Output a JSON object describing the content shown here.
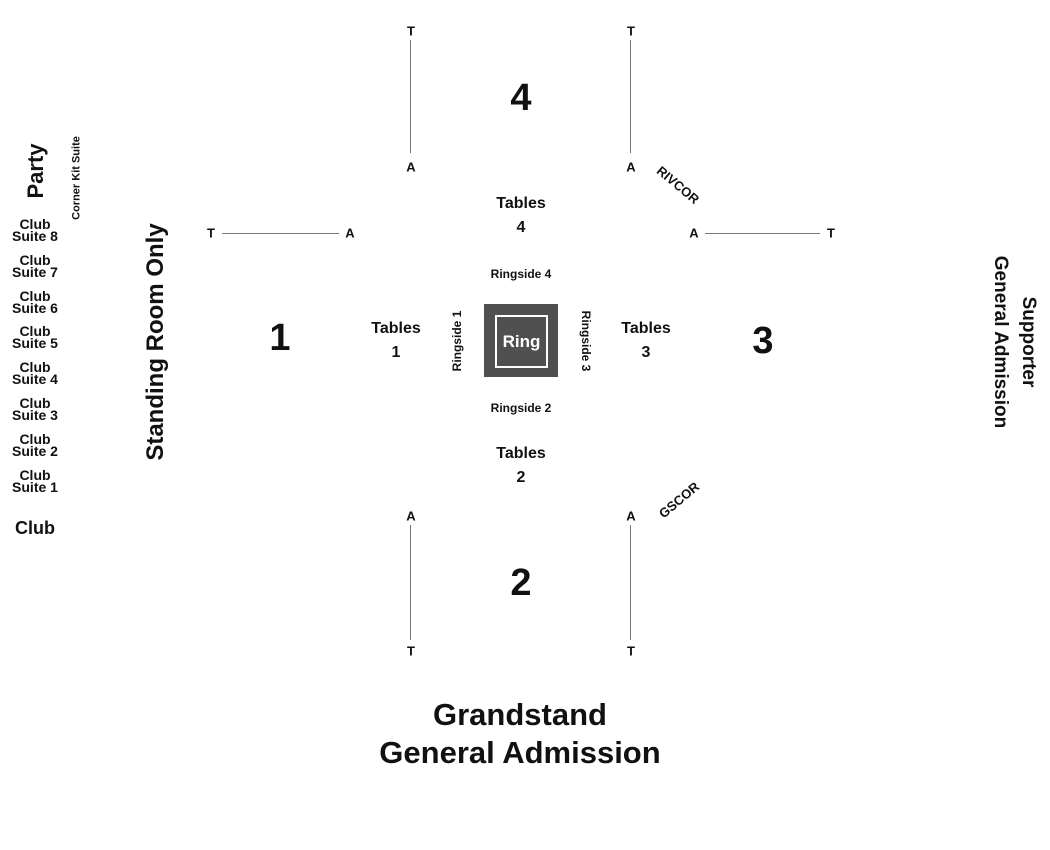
{
  "sections": {
    "s1": "1",
    "s2": "2",
    "s3": "3",
    "s4": "4"
  },
  "aisle_labels": {
    "t": "T",
    "a": "A"
  },
  "tables": {
    "label": "Tables",
    "t1": "1",
    "t2": "2",
    "t3": "3",
    "t4": "4"
  },
  "ringside": {
    "r1": "Ringside 1",
    "r2": "Ringside 2",
    "r3": "Ringside 3",
    "r4": "Ringside 4"
  },
  "ring": {
    "label": "Ring"
  },
  "corners": {
    "rivcor": "RIVCOR",
    "gscor": "GSCOR"
  },
  "areas": {
    "party": "Party",
    "corner_kit_suite": "Corner Kit Suite",
    "standing_room": "Standing Room Only",
    "supporter_line1": "Supporter",
    "supporter_line2": "General Admission",
    "club": "Club",
    "grandstand_line1": "Grandstand",
    "grandstand_line2": "General Admission"
  },
  "club_suites": [
    {
      "line1": "Club",
      "line2": "Suite 8"
    },
    {
      "line1": "Club",
      "line2": "Suite 7"
    },
    {
      "line1": "Club",
      "line2": "Suite 6"
    },
    {
      "line1": "Club",
      "line2": "Suite 5"
    },
    {
      "line1": "Club",
      "line2": "Suite 4"
    },
    {
      "line1": "Club",
      "line2": "Suite 3"
    },
    {
      "line1": "Club",
      "line2": "Suite 2"
    },
    {
      "line1": "Club",
      "line2": "Suite 1"
    }
  ]
}
